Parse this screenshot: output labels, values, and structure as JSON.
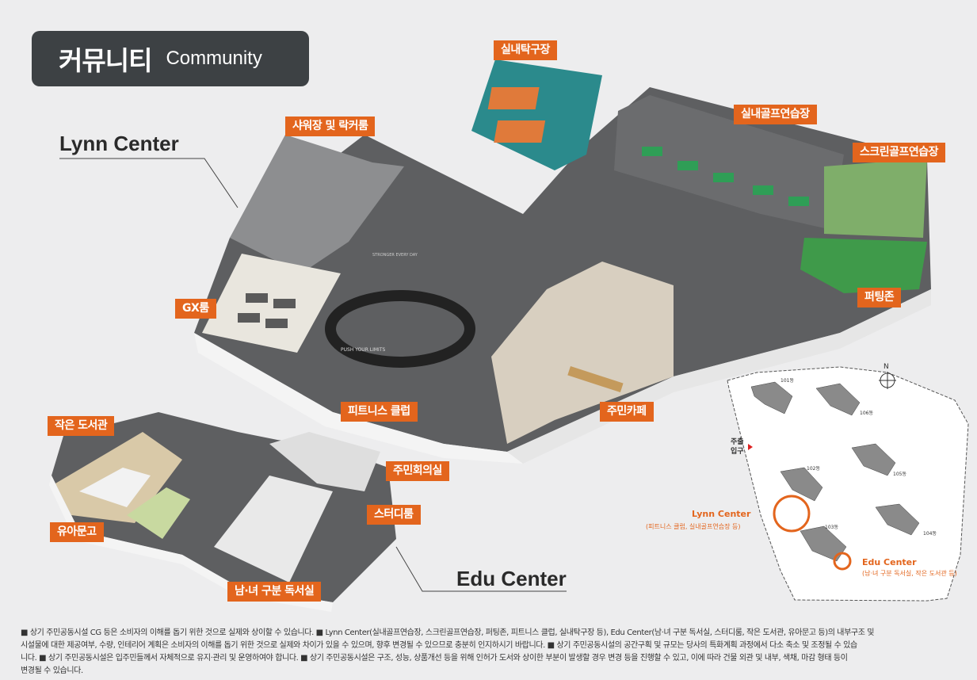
{
  "title": {
    "korean": "커뮤니티",
    "english": "Community"
  },
  "centers": {
    "lynn": "Lynn Center",
    "edu": "Edu Center"
  },
  "facilities": {
    "table_tennis": "실내탁구장",
    "golf_practice": "실내골프연습장",
    "screen_golf": "스크린골프연습장",
    "shower_locker": "샤워장 및 락커룸",
    "gx_room": "GX룸",
    "putting_zone": "퍼팅존",
    "fitness_club": "피트니스 클럽",
    "cafe": "주민카페",
    "small_library": "작은 도서관",
    "meeting_room": "주민회의실",
    "study_room": "스터디룸",
    "kids_library": "유아문고",
    "reading_room": "남·녀 구분 독서실"
  },
  "floor_markings": {
    "track": "PUSH YOUR LIMITS",
    "wall_text": "STRONGER EVERY DAY"
  },
  "site_map": {
    "north": "N",
    "entrance_line1": "주출",
    "entrance_line2": "입구",
    "buildings": [
      "101동",
      "102동",
      "103동",
      "104동",
      "105동",
      "106동"
    ],
    "lynn_label": "Lynn Center",
    "lynn_sub": "(피트니스 클럽, 실내골프연습장 등)",
    "edu_label": "Edu Center",
    "edu_sub": "(남·녀 구분 독서실, 작은 도서관 등)",
    "accent_color": "#e3651d"
  },
  "footnote": [
    "■ 상기 주민공동시설 CG 등은 소비자의 이해를 돕기 위한 것으로 실제와 상이할 수 있습니다. ■ Lynn Center(실내골프연습장, 스크린골프연습장, 퍼팅존, 피트니스 클럽, 실내탁구장 등), Edu Center(남·녀 구분 독서실, 스터디룸, 작은 도서관, 유아문고 등)의 내부구조 및",
    "시설물에 대한 제공여부, 수량, 인테리어 계획은 소비자의 이해를 돕기 위한 것으로 실제와 차이가 있을 수 있으며, 향후 변경될 수 있으므로 충분히 인지하시기 바랍니다. ■ 상기 주민공동시설의 공간구획 및 규모는 당사의 특화계획 과정에서 다소 축소 및 조정될 수 있습",
    "니다. ■ 상기 주민공동시설은 입주민들께서 자체적으로 유지·관리 및 운영하여야 합니다. ■ 상기 주민공동시설은 구조, 성능, 상품개선 등을 위해 인허가 도서와 상이한 부분이 발생할 경우 변경 등을 진행할 수 있고, 이에 따라 건물 외관 및 내부, 색채, 마감 형태 등이",
    "변경될 수 있습니다."
  ]
}
